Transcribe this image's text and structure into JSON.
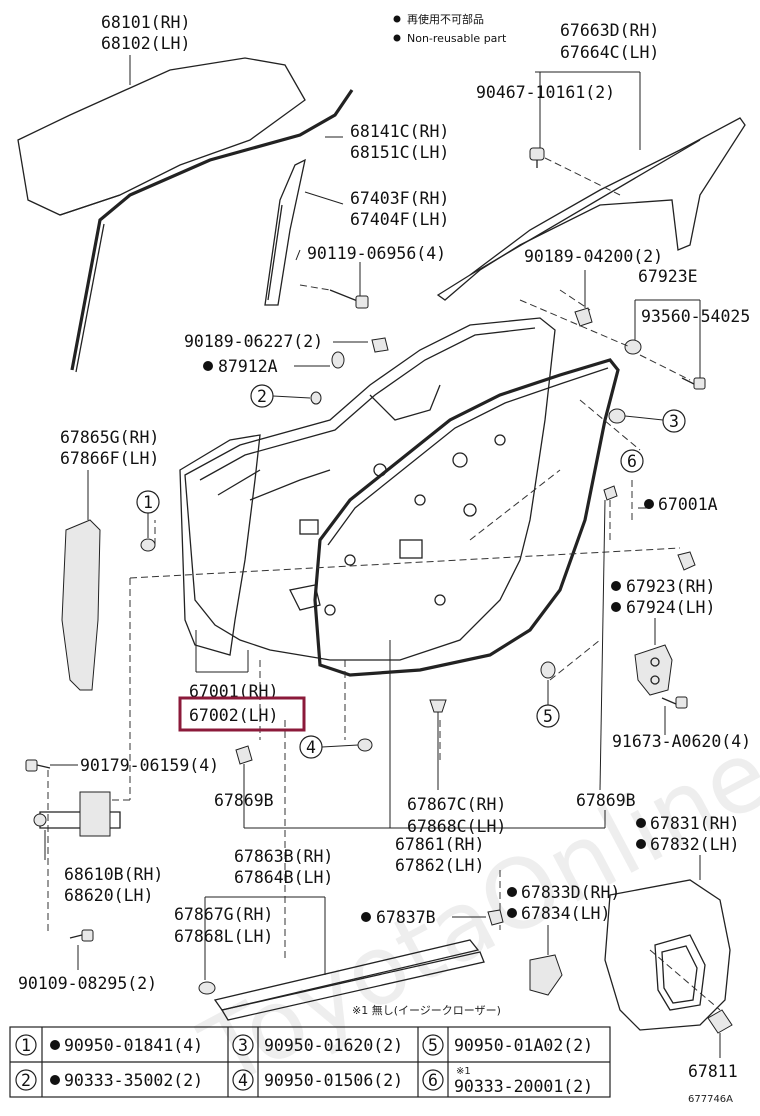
{
  "legend": {
    "jp": "再使用不可部品",
    "en": "Non-reusable part"
  },
  "labels": {
    "glass_rh": "68101(RH)",
    "glass_lh": "68102(LH)",
    "run_rh": "68141C(RH)",
    "run_lh": "68151C(LH)",
    "channel_rh": "67403F(RH)",
    "channel_lh": "67404F(LH)",
    "bolt_90119": "90119-06956(4)",
    "clip_90189a": "90189-06227(2)",
    "plug_87912": "87912A",
    "frame_rh": "67663D(RH)",
    "frame_lh": "67664C(LH)",
    "clip_90467": "90467-10161(2)",
    "clip_90189b": "90189-04200(2)",
    "part_67923e": "67923E",
    "bolt_93560": "93560-54025",
    "moulding_rh": "67865G(RH)",
    "moulding_lh": "67866F(LH)",
    "panel_rh": "67001(RH)",
    "panel_lh": "67002(LH)",
    "plug_67001a": "67001A",
    "hinge_rh": "67923(RH)",
    "hinge_lh": "67924(LH)",
    "bolt_91673": "91673-A0620(4)",
    "bolt_90179": "90179-06159(4)",
    "bumper_a": "67869B",
    "bumper_b": "67869B",
    "seal_rh": "67867C(RH)",
    "seal_lh": "67868C(LH)",
    "weather_rh": "67861(RH)",
    "weather_lh": "67862(LH)",
    "check_rh": "68610B(RH)",
    "check_lh": "68620(LH)",
    "lower_rh": "67863B(RH)",
    "lower_lh": "67864B(LH)",
    "lower_seal_rh": "67867G(RH)",
    "lower_seal_lh": "67868L(LH)",
    "bolt_90109": "90109-08295(2)",
    "clip_67837b": "67837B",
    "cover_rh": "67833D(RH)",
    "cover_lh": "67834(LH)",
    "film_rh": "67831(RH)",
    "film_lh": "67832(LH)",
    "part_67811": "67811",
    "note": "※1 無し(イージークローザー)",
    "diagram_code": "677746A",
    "watermark": "ToyotaOnline.ru"
  },
  "callouts": [
    "1",
    "2",
    "3",
    "4",
    "5",
    "6"
  ],
  "table": [
    {
      "num": "1",
      "code": "90950-01841(4)",
      "nonreusable": true
    },
    {
      "num": "3",
      "code": "90950-01620(2)",
      "nonreusable": false
    },
    {
      "num": "5",
      "code": "90950-01A02(2)",
      "nonreusable": false
    },
    {
      "num": "2",
      "code": "90333-35002(2)",
      "nonreusable": true
    },
    {
      "num": "4",
      "code": "90950-01506(2)",
      "nonreusable": false
    },
    {
      "num": "6",
      "code": "90333-20001(2)",
      "nonreusable": false,
      "note": "※1"
    }
  ],
  "colors": {
    "highlight": "#8b1a3a",
    "line": "#222222"
  }
}
